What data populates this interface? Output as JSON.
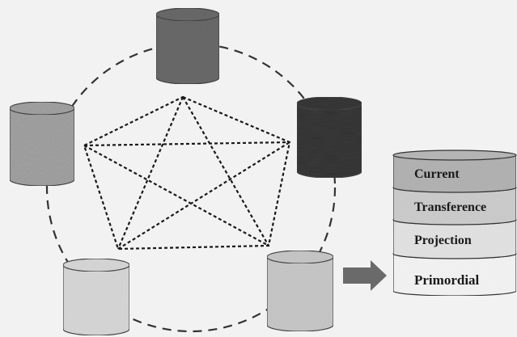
{
  "diagram": {
    "nodes": [
      {
        "id": "top",
        "shade": "#6e6e6e",
        "texture": "mottled"
      },
      {
        "id": "right",
        "shade": "#3a3a3a",
        "texture": "streaked"
      },
      {
        "id": "bottom-right",
        "shade": "#c9c9c9",
        "texture": "light"
      },
      {
        "id": "bottom-left",
        "shade": "#d9d9d9",
        "texture": "light"
      },
      {
        "id": "left",
        "shade": "#a8a8a8",
        "texture": "mottled"
      }
    ],
    "arrow": {
      "color": "#6a6a6a"
    },
    "layers": [
      {
        "label": "Current",
        "fill": "#b5b5b5"
      },
      {
        "label": "Transference",
        "fill": "#cfcfcf"
      },
      {
        "label": "Projection",
        "fill": "#e6e6e6"
      },
      {
        "label": "Primordial",
        "fill": "#f7f7f7"
      }
    ]
  }
}
